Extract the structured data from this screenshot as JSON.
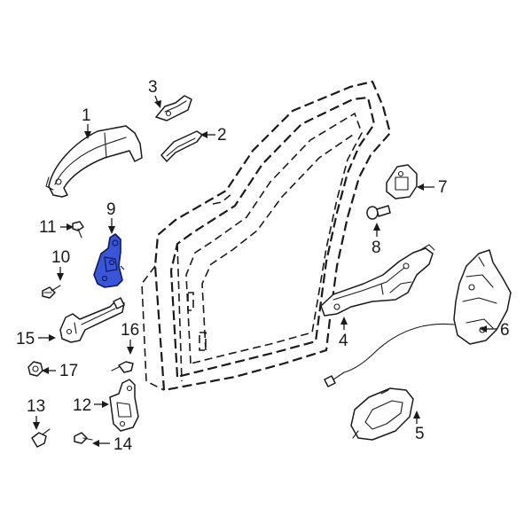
{
  "diagram": {
    "highlight_color": "#3a56d6",
    "line_color": "#1a1a1a",
    "callouts": {
      "c1": "1",
      "c2": "2",
      "c3": "3",
      "c4": "4",
      "c5": "5",
      "c6": "6",
      "c7": "7",
      "c8": "8",
      "c9": "9",
      "c10": "10",
      "c11": "11",
      "c12": "12",
      "c13": "13",
      "c14": "14",
      "c15": "15",
      "c16": "16",
      "c17": "17"
    },
    "highlighted_part": "9"
  }
}
